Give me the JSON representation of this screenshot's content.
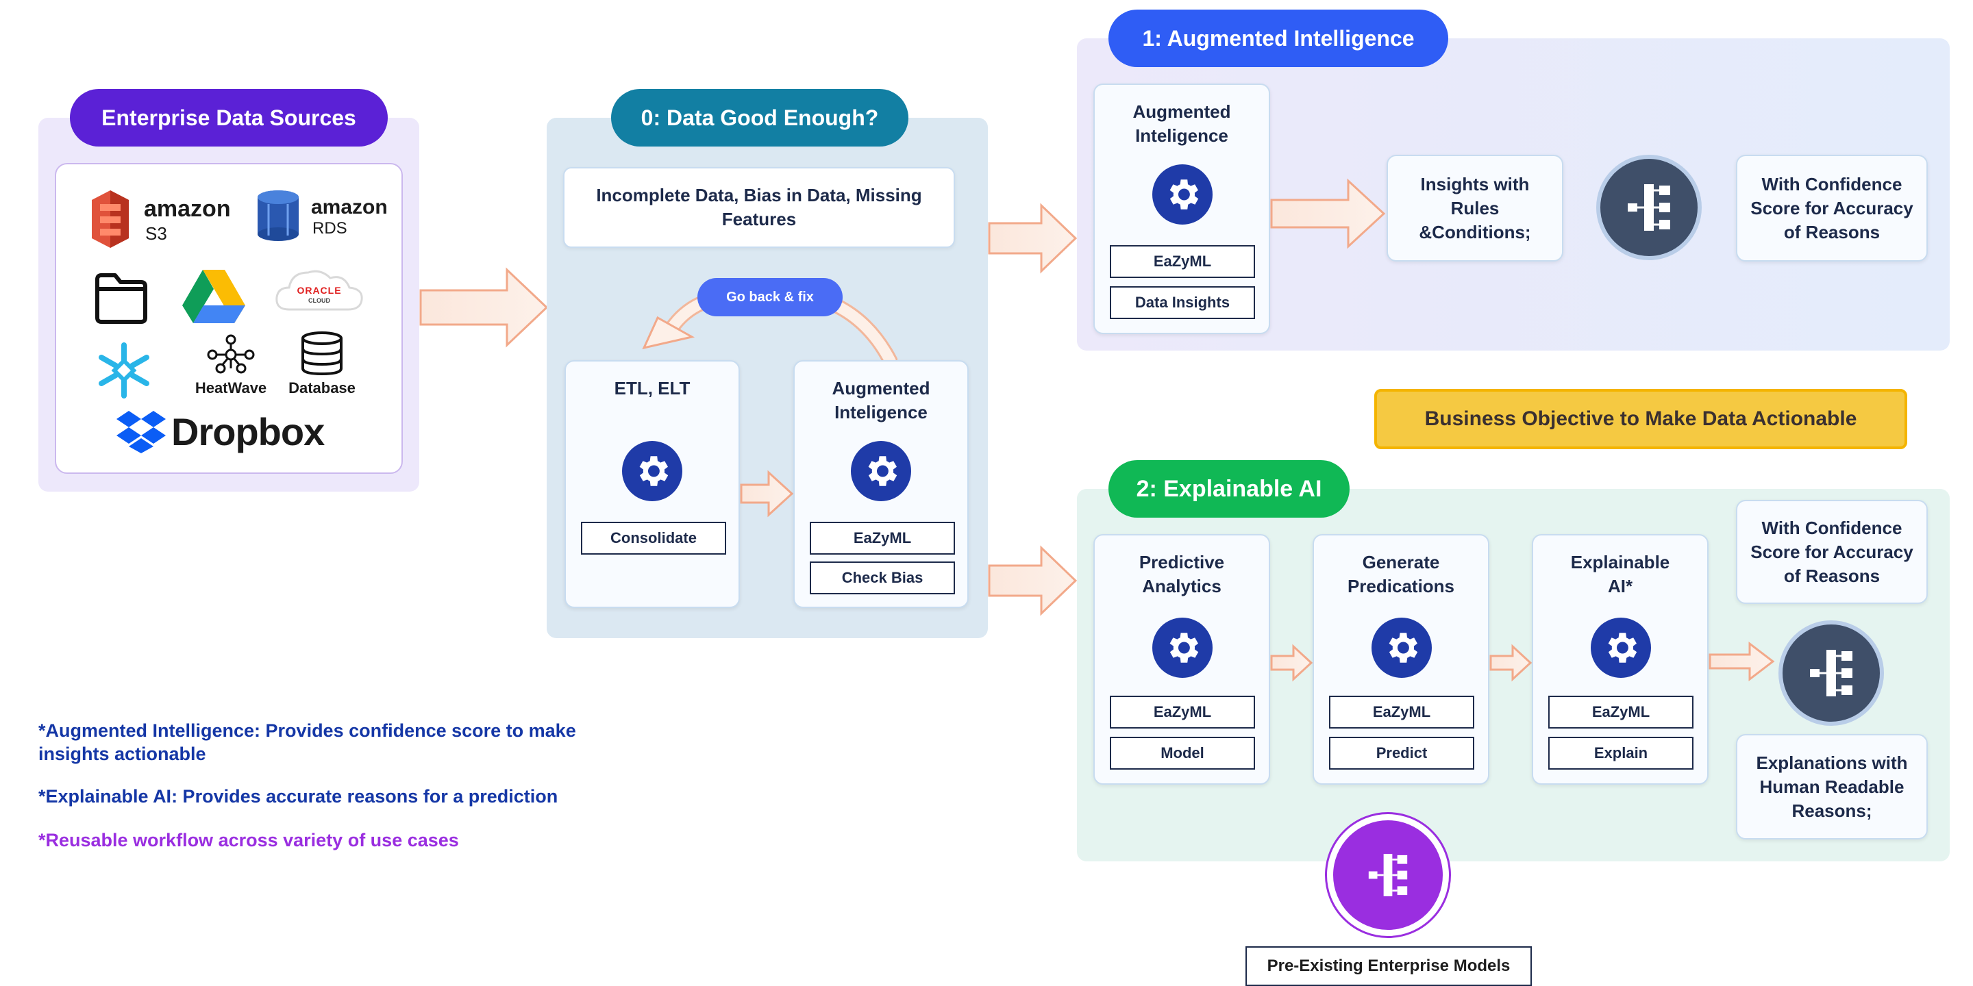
{
  "sources": {
    "title": "Enterprise Data Sources",
    "amazon_s3": {
      "brand": "amazon",
      "sub": "S3"
    },
    "amazon_rds": {
      "brand": "amazon",
      "sub": "RDS"
    },
    "oracle": {
      "brand": "ORACLE",
      "sub": "CLOUD"
    },
    "heatwave": "HeatWave",
    "database": "Database",
    "dropbox": "Dropbox"
  },
  "data_check": {
    "title": "0: Data Good Enough?",
    "issues": "Incomplete Data, Bias in Data, Missing Features",
    "go_back": "Go back & fix",
    "etl": {
      "title": "ETL, ELT",
      "tag": "Consolidate"
    },
    "augmented": {
      "title": "Augmented\nInteligence",
      "tags": [
        "EaZyML",
        "Check Bias"
      ]
    }
  },
  "augmented_intelligence": {
    "title": "1: Augmented Intelligence",
    "card": {
      "title": "Augmented\nInteligence",
      "tags": [
        "EaZyML",
        "Data Insights"
      ]
    },
    "insights": "Insights with\nRules\n&Conditions;",
    "confidence": "With Confidence\nScore for Accuracy\nof Reasons"
  },
  "business_objective": "Business Objective to Make Data Actionable",
  "explainable_ai": {
    "title": "2: Explainable AI",
    "steps": [
      {
        "title": "Predictive\nAnalytics",
        "tags": [
          "EaZyML",
          "Model"
        ]
      },
      {
        "title": "Generate\nPredications",
        "tags": [
          "EaZyML",
          "Predict"
        ]
      },
      {
        "title": "Explainable\nAI*",
        "tags": [
          "EaZyML",
          "Explain"
        ]
      }
    ],
    "confidence": "With Confidence\nScore for Accuracy\nof Reasons",
    "explanations": "Explanations with\nHuman Readable\nReasons;"
  },
  "enterprise_models": "Pre-Existing Enterprise Models",
  "notes": [
    "*Augmented Intelligence: Provides confidence score to make insights actionable",
    "*Explainable AI: Provides accurate reasons for a prediction",
    "*Reusable workflow across variety of use cases"
  ],
  "colors": {
    "purple": "#5b21d6",
    "teal": "#127fa3",
    "blue": "#2f5df5",
    "green": "#10b855",
    "yellow": "#f5c942",
    "navy": "#1f3ba8",
    "note_blue": "#1537a6",
    "note_purple": "#9a2ee0"
  }
}
